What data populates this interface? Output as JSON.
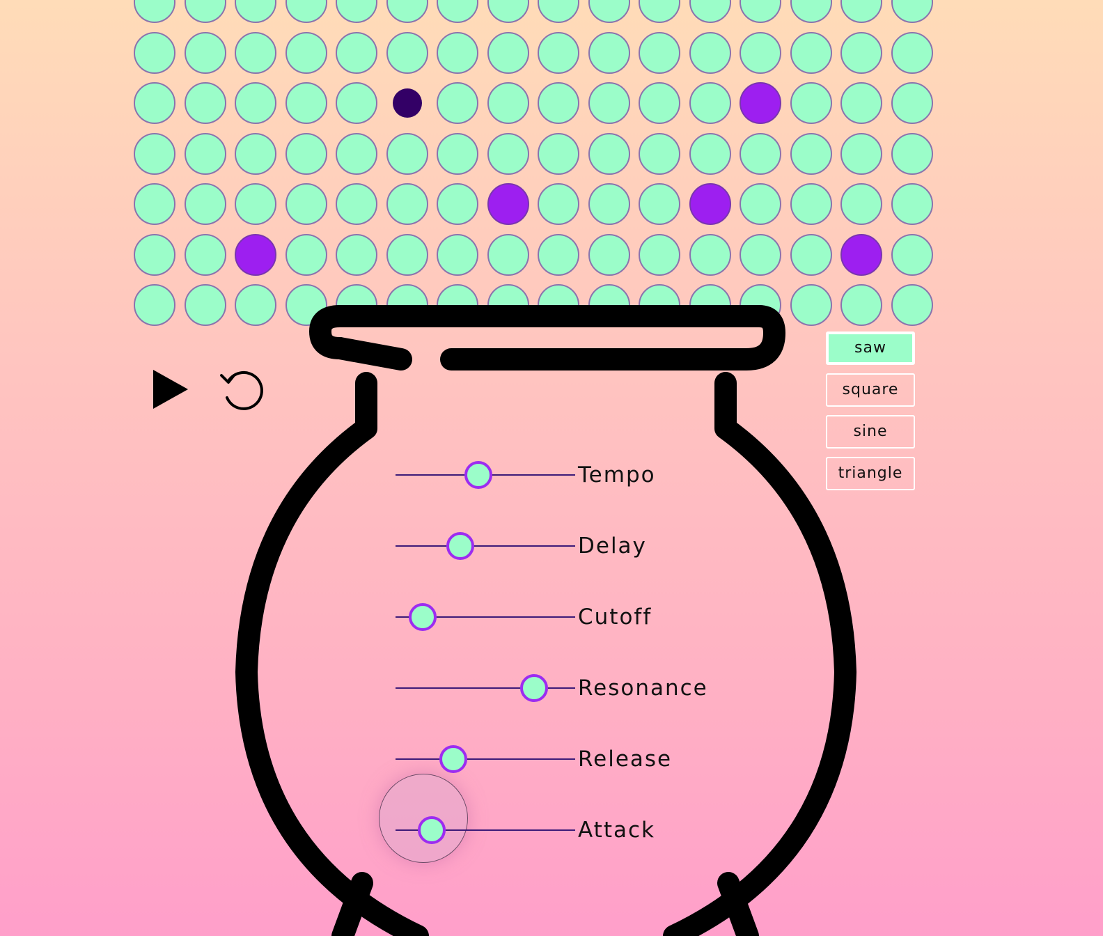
{
  "sequencer": {
    "columns": 16,
    "rows": [
      {
        "on": [],
        "playhead": []
      },
      {
        "on": [],
        "playhead": []
      },
      {
        "on": [
          12
        ],
        "playhead": [
          5
        ]
      },
      {
        "on": [],
        "playhead": []
      },
      {
        "on": [
          7,
          11
        ],
        "playhead": []
      },
      {
        "on": [
          2,
          14
        ],
        "playhead": []
      },
      {
        "on": [],
        "playhead": []
      }
    ],
    "colors": {
      "off": "#9bfdc9",
      "on": "#9d1ff0",
      "playhead": "#330066",
      "border": "#8a74ad"
    }
  },
  "transport": {
    "play_icon": "play-icon",
    "reset_icon": "reset-icon"
  },
  "waveforms": {
    "options": [
      "saw",
      "square",
      "sine",
      "triangle"
    ],
    "selected": "saw"
  },
  "sliders": [
    {
      "id": "tempo",
      "label": "Tempo",
      "value": 0.46
    },
    {
      "id": "delay",
      "label": "Delay",
      "value": 0.36
    },
    {
      "id": "cutoff",
      "label": "Cutoff",
      "value": 0.15
    },
    {
      "id": "resonance",
      "label": "Resonance",
      "value": 0.77
    },
    {
      "id": "release",
      "label": "Release",
      "value": 0.32
    },
    {
      "id": "attack",
      "label": "Attack",
      "value": 0.2
    }
  ],
  "colors": {
    "accent": "#9d2cf0",
    "mint": "#9bfdc9",
    "cauldron": "#000000"
  }
}
